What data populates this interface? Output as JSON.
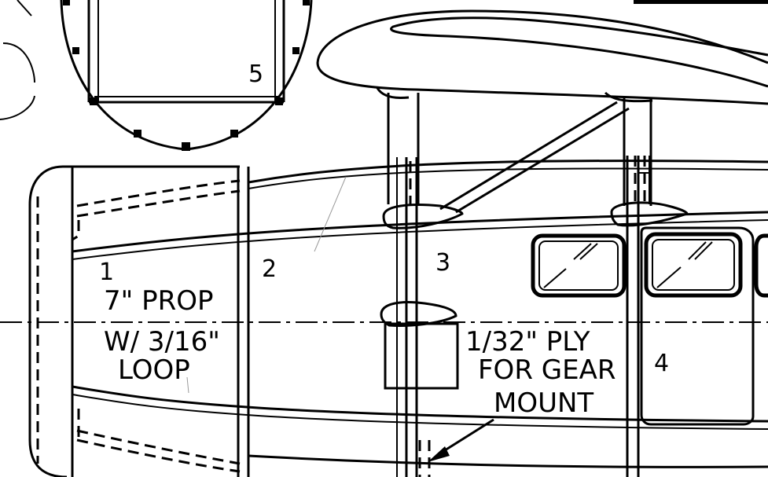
{
  "stations": {
    "s1": "1",
    "s2": "2",
    "s3": "3",
    "s4": "4",
    "s5": "5"
  },
  "notes": {
    "prop_line1": "7\" PROP",
    "prop_line2": "W/ 3/16\"",
    "prop_line3": "LOOP",
    "ply_line1": "1/32\" PLY",
    "ply_line2": "FOR GEAR",
    "ply_line3": "MOUNT"
  }
}
